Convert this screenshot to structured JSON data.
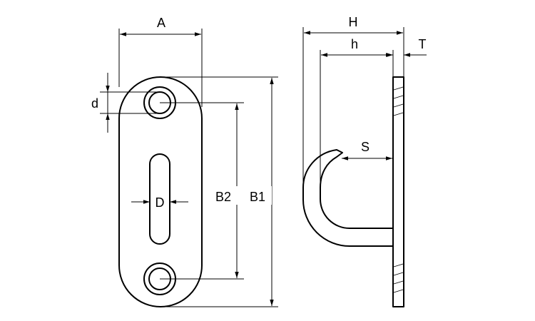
{
  "front_view": {
    "labels": {
      "A": "A",
      "d": "d",
      "D": "D",
      "B2": "B2",
      "B1": "B1"
    }
  },
  "side_view": {
    "labels": {
      "H": "H",
      "h": "h",
      "T": "T",
      "S": "S"
    }
  }
}
